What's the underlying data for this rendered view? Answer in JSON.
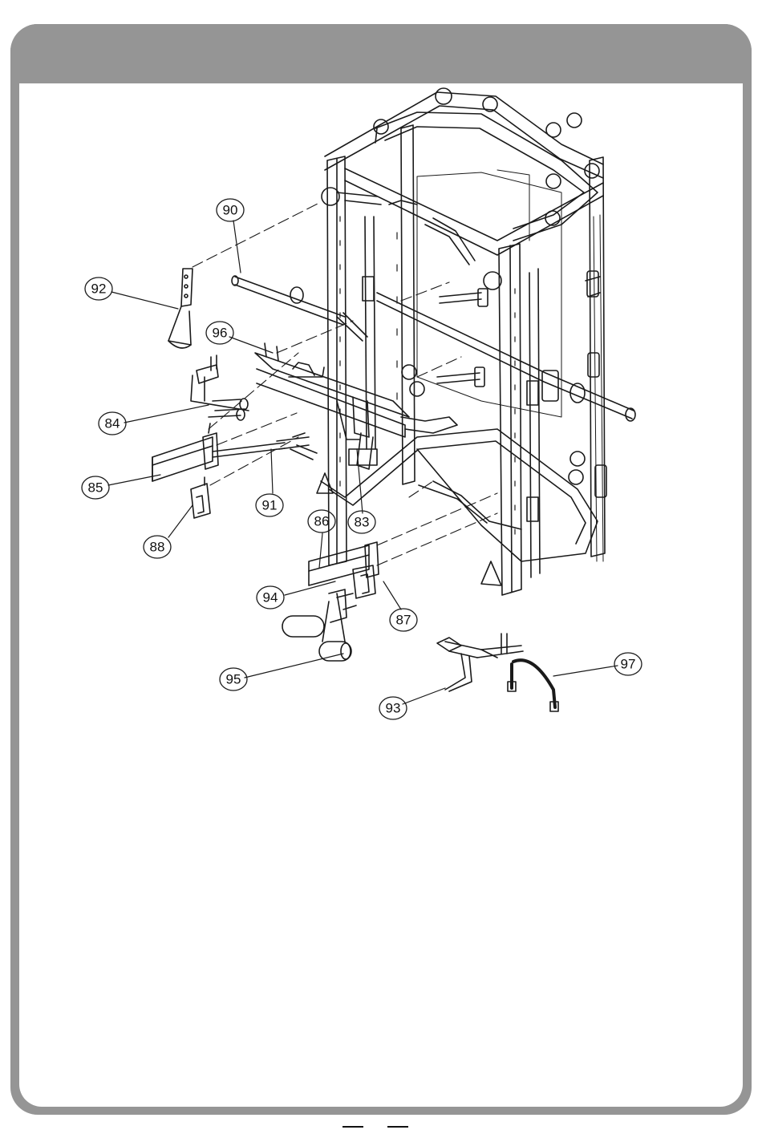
{
  "diagram": {
    "callouts": [
      {
        "id": "c90",
        "label": "90"
      },
      {
        "id": "c92",
        "label": "92"
      },
      {
        "id": "c96",
        "label": "96"
      },
      {
        "id": "c84",
        "label": "84"
      },
      {
        "id": "c85",
        "label": "85"
      },
      {
        "id": "c91",
        "label": "91"
      },
      {
        "id": "c88",
        "label": "88"
      },
      {
        "id": "c83",
        "label": "83"
      },
      {
        "id": "c86",
        "label": "86"
      },
      {
        "id": "c94",
        "label": "94"
      },
      {
        "id": "c87",
        "label": "87"
      },
      {
        "id": "c95",
        "label": "95"
      },
      {
        "id": "c93",
        "label": "93"
      },
      {
        "id": "c97",
        "label": "97"
      }
    ]
  },
  "colors": {
    "frame": "#959595",
    "line": "#1a1a1a",
    "background": "#ffffff"
  }
}
